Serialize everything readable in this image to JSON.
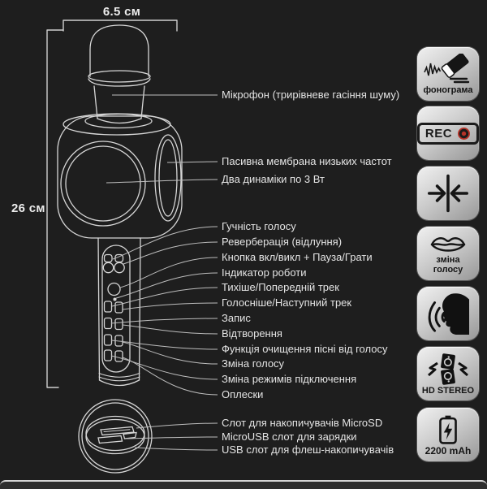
{
  "dimensions": {
    "width": "6.5 см",
    "height": "26 см"
  },
  "callouts": [
    "Мікрофон (трирівневе гасіння шуму)",
    "Пасивна мембрана низьких частот",
    "Два динаміки по 3 Вт",
    "Гучність голосу",
    "Реверберація (відлуння)",
    "Кнопка вкл/викл + Пауза/Грати",
    "Індикатор роботи",
    "Тихіше/Попередній трек",
    "Голосніше/Наступний трек",
    "Запис",
    "Відтворення",
    "Функція очищення пісні від голосу",
    "Зміна голосу",
    "Зміна режимів підключення",
    "Оплески",
    "Слот для накопичувачів MicroSD",
    "MicroUSB слот для зарядки",
    "USB слот для флеш-накопичувачів"
  ],
  "badges": [
    {
      "icon": "eraser-waveform-icon",
      "label": "фонограма"
    },
    {
      "icon": "rec-icon",
      "label": "REC"
    },
    {
      "icon": "compress-arrows-icon",
      "label": ""
    },
    {
      "icon": "lips-icon",
      "label": "зміна голосу",
      "line1": "зміна",
      "line2": "голосу"
    },
    {
      "icon": "speaking-head-icon",
      "label": ""
    },
    {
      "icon": "stereo-speakers-icon",
      "label": "HD STEREO"
    },
    {
      "icon": "battery-icon",
      "label": "2200 mAh"
    }
  ],
  "colors": {
    "background": "#1e1e1e",
    "drawing_line": "#d6d6d6",
    "callout_line": "#bdbdbd",
    "text": "#e4e4e4",
    "badge_silver": "#cccccc",
    "icon_dark": "#151515",
    "rec_red": "#b53228"
  }
}
